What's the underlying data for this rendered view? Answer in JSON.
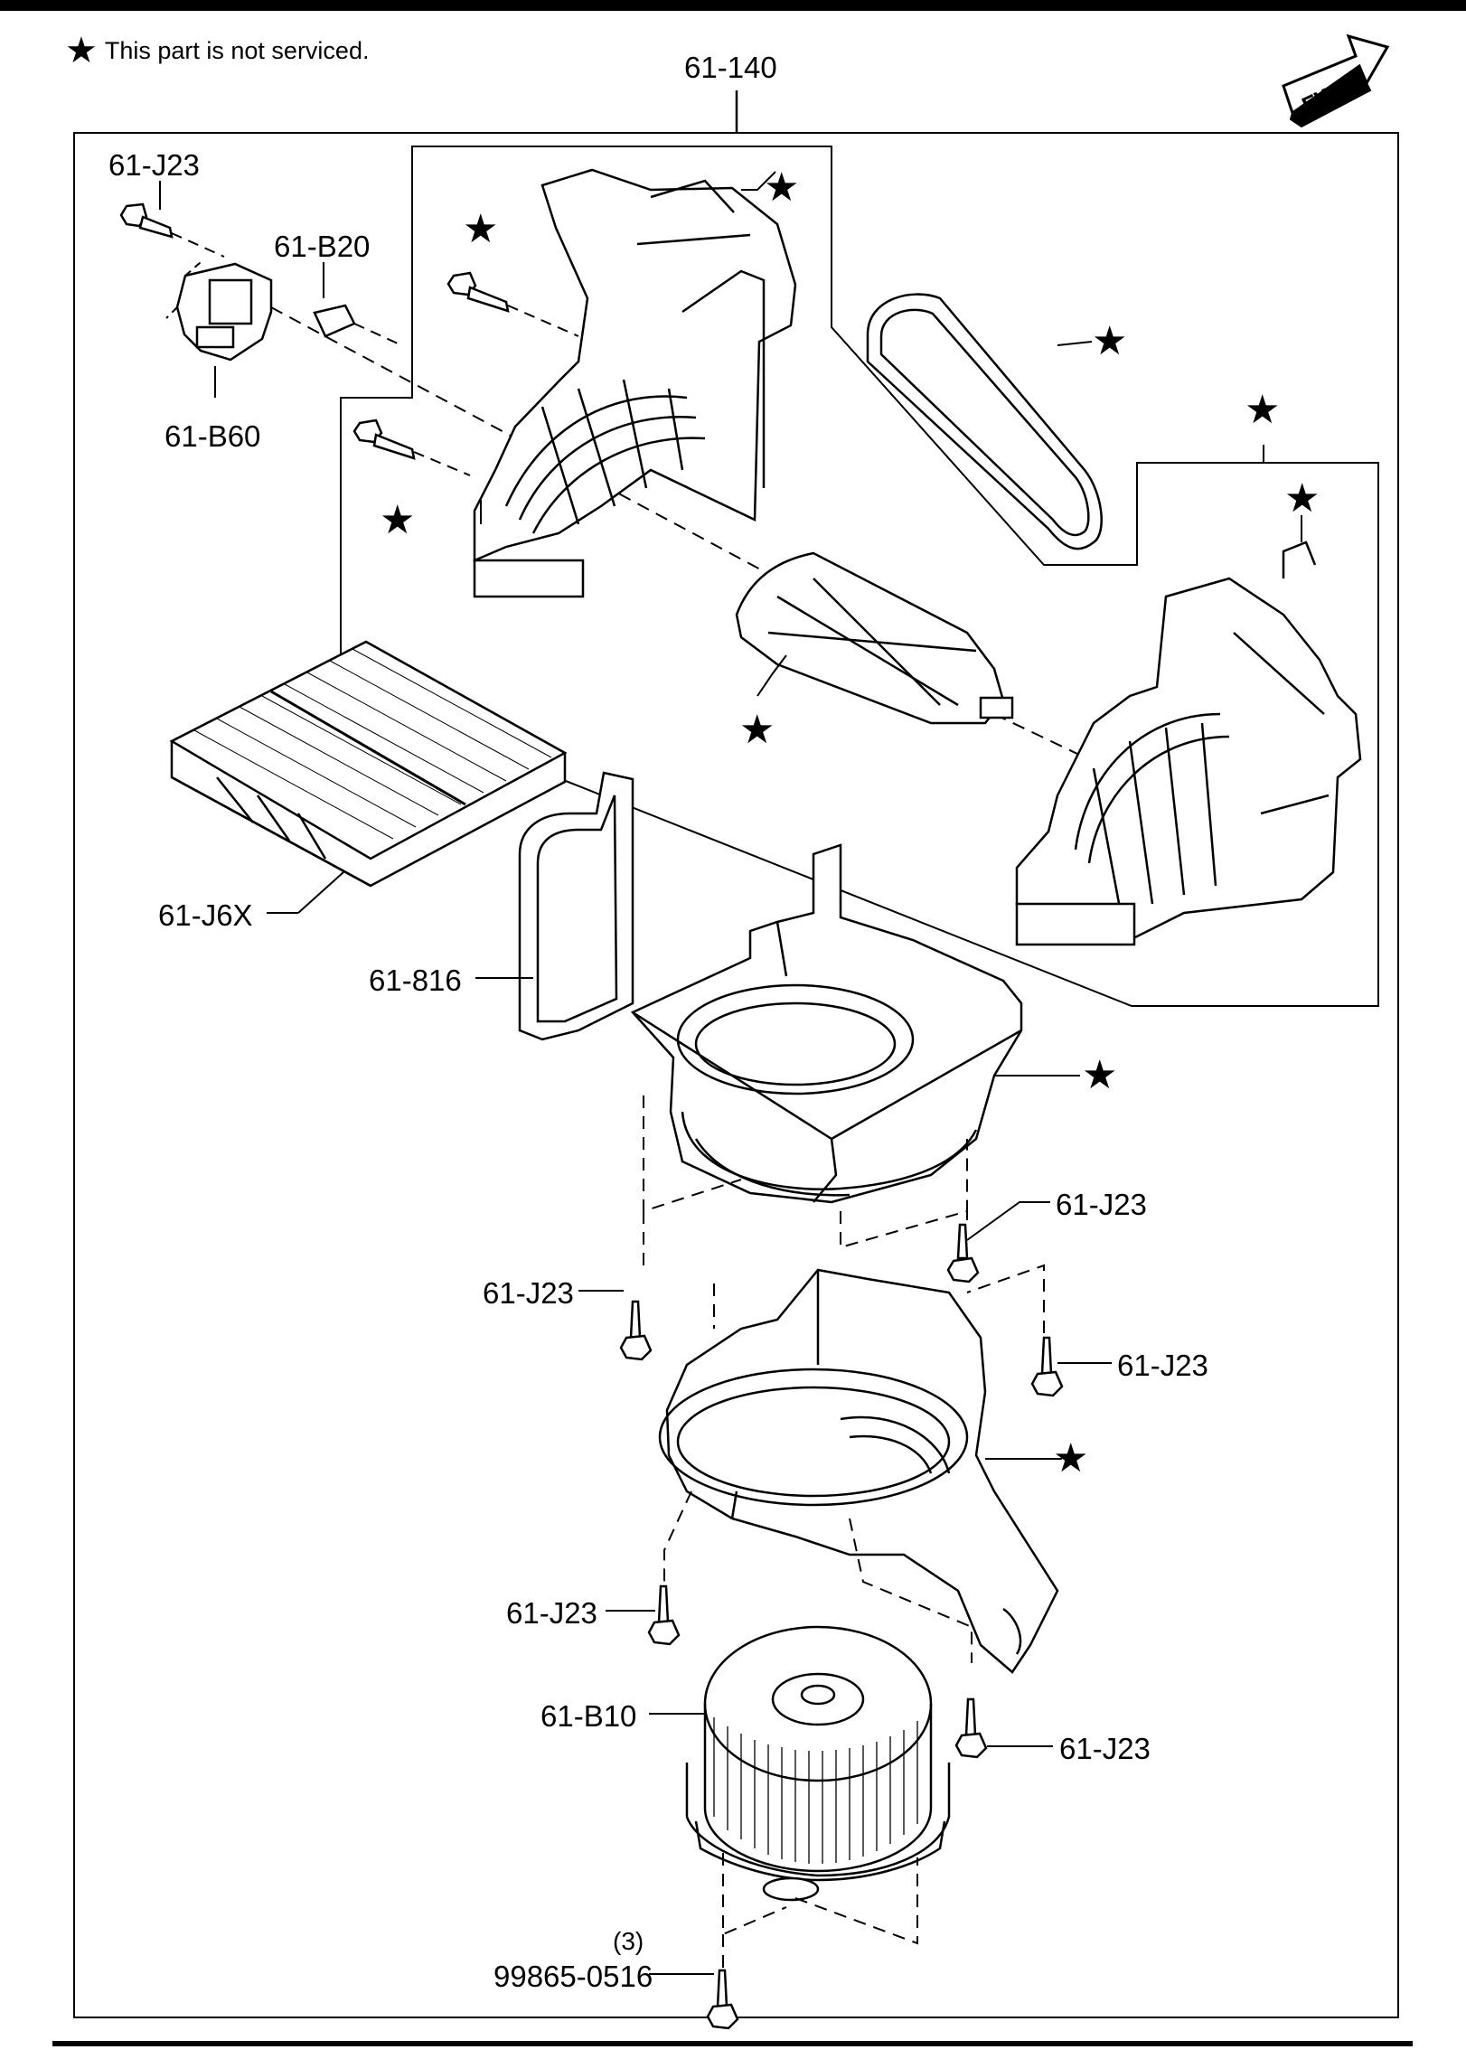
{
  "note": {
    "symbol": "★",
    "text": "This part is not serviced."
  },
  "fwd_badge": "FWD",
  "assembly_label": "61-140",
  "labels": {
    "j23_top": "61-J23",
    "b20": "61-B20",
    "b60": "61-B60",
    "j6x": "61-J6X",
    "c816": "61-816",
    "j23_mid_right": "61-J23",
    "j23_mid_left": "61-J23",
    "j23_right2": "61-J23",
    "j23_lower_left": "61-J23",
    "b10": "61-B10",
    "j23_lower_right": "61-J23",
    "screw_qty": "(3)",
    "screw_part": "99865-0516"
  },
  "star_symbol": "★"
}
